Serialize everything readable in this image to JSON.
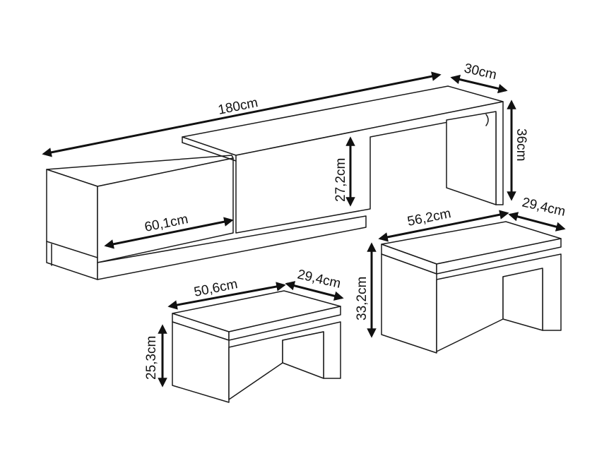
{
  "dimensions": {
    "tv_unit_length": "180cm",
    "tv_unit_depth": "30cm",
    "tv_unit_height": "36cm",
    "drawer_height": "27,2cm",
    "drawer_width": "60,1cm",
    "large_table_width": "56,2cm",
    "large_table_depth": "29,4cm",
    "large_table_height": "33,2cm",
    "small_table_width": "50,6cm",
    "small_table_depth": "29,4cm",
    "small_table_height": "25,3cm"
  }
}
